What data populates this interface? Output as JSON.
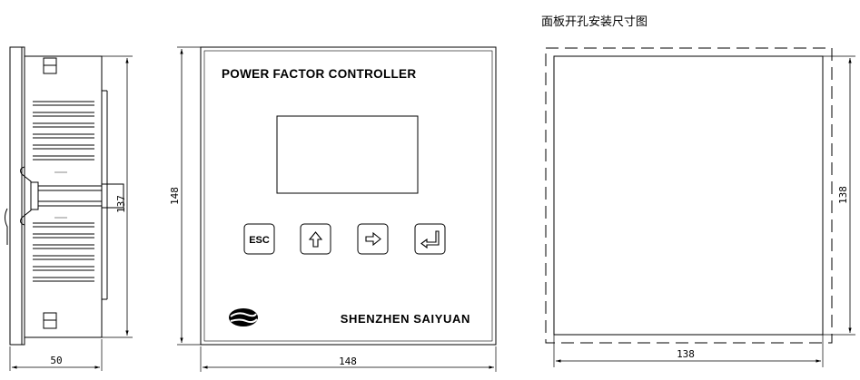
{
  "cutout_title": "面板开孔安装尺寸图",
  "panel": {
    "title": "POWER FACTOR CONTROLLER",
    "manufacturer": "SHENZHEN SAIYUAN",
    "buttons": [
      {
        "label": "ESC",
        "icon": "esc-text"
      },
      {
        "label": "",
        "icon": "up-arrow-icon"
      },
      {
        "label": "",
        "icon": "right-arrow-icon"
      },
      {
        "label": "",
        "icon": "enter-return-icon"
      }
    ]
  },
  "dimensions": {
    "side_height": "137",
    "side_depth": "50",
    "front_height": "148",
    "front_width": "148",
    "cutout_height": "138",
    "cutout_width": "138"
  }
}
